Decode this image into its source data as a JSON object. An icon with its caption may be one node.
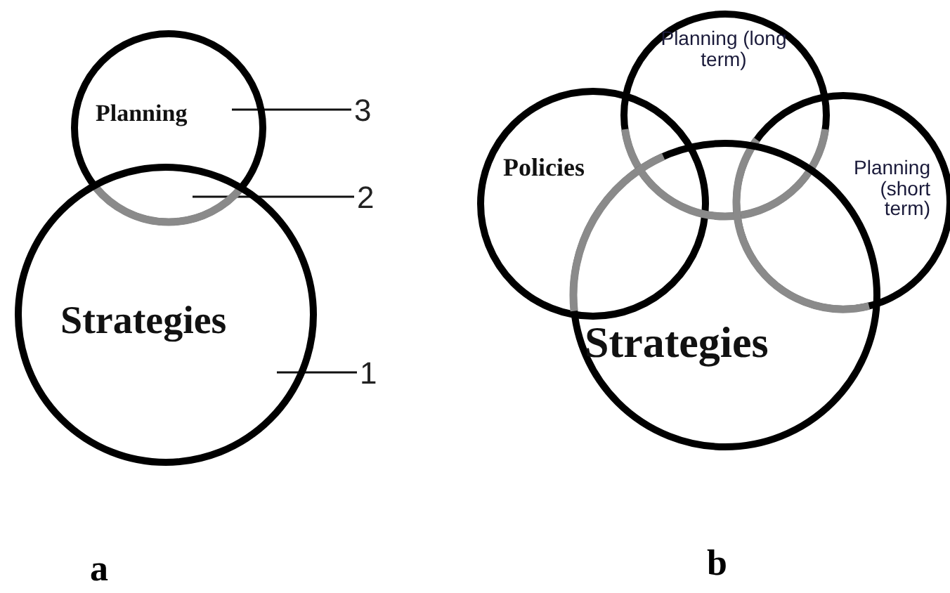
{
  "diagram": {
    "nodes": [
      {
        "text": [
          "Planning"
        ]
      },
      {
        "text": [
          "Strategies"
        ]
      },
      {
        "text": [
          "3"
        ]
      },
      {
        "text": [
          "2"
        ]
      },
      {
        "text": [
          "1"
        ]
      },
      {
        "text": [
          "Policies"
        ]
      },
      {
        "text": [
          "Planning (long term)"
        ]
      },
      {
        "text": [
          "Planning (short term)"
        ]
      },
      {
        "text": [
          "Strategies"
        ]
      }
    ],
    "edges": [
      {
        "from": 2,
        "to": 0,
        "arrow": "none"
      },
      {
        "from": 3,
        "to": 0,
        "arrow": "none"
      },
      {
        "from": 4,
        "to": 1,
        "arrow": "none"
      }
    ],
    "labels": [
      "a",
      "b"
    ]
  }
}
